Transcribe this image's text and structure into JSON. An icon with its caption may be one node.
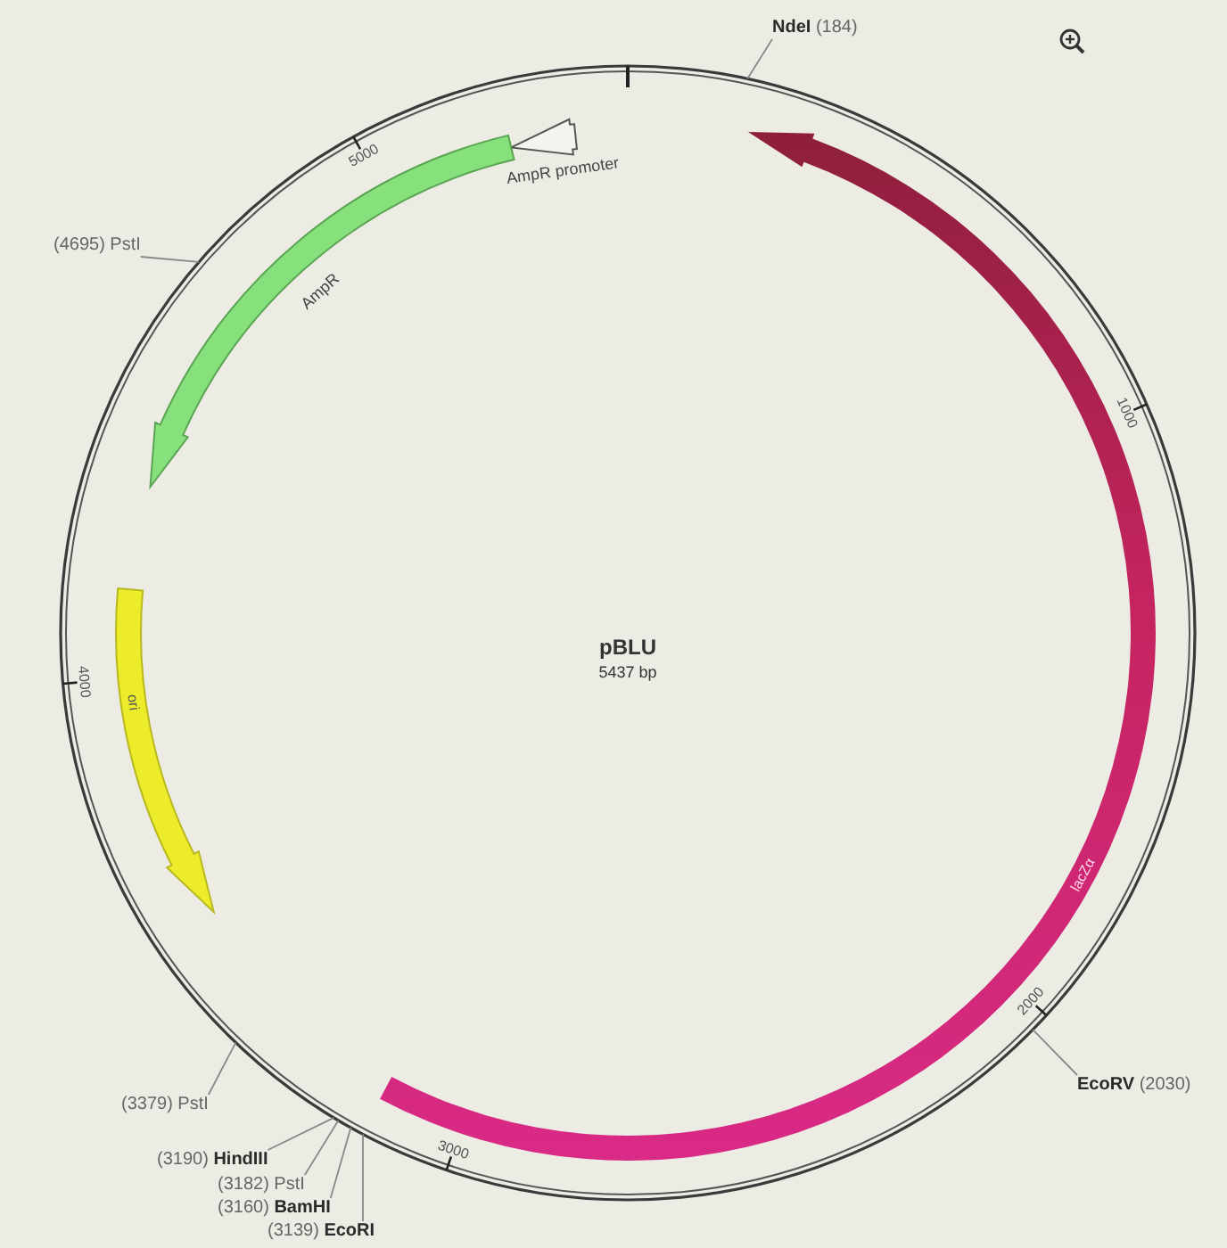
{
  "diagram": {
    "nodes": [
      {
        "text": [
          "**NdeI** (184)"
        ]
      },
      {
        "text": [
          "(4695) PstI"
        ]
      },
      {
        "text": [
          "AmpR promoter"
        ]
      },
      {
        "text": [
          "AmpR"
        ]
      },
      {
        "text": [
          "lacZα"
        ]
      },
      {
        "text": [
          "ori"
        ]
      },
      {
        "text": [
          "**EcoRV** (2030)"
        ]
      },
      {
        "text": [
          "(3379) PstI"
        ]
      },
      {
        "text": [
          "(3190) **HindIII**"
        ]
      },
      {
        "text": [
          "(3182) PstI"
        ]
      },
      {
        "text": [
          "(3160) **BamHI**"
        ]
      },
      {
        "text": [
          "(3139) **EcoRI**"
        ]
      }
    ],
    "edges": [
      {
        "from": 0,
        "to": null,
        "arrow": "none"
      },
      {
        "from": 1,
        "to": null,
        "arrow": "none"
      },
      {
        "from": 6,
        "to": null,
        "arrow": "none"
      },
      {
        "from": 7,
        "to": null,
        "arrow": "none"
      },
      {
        "from": 8,
        "to": null,
        "arrow": "none"
      },
      {
        "from": 9,
        "to": null,
        "arrow": "none"
      },
      {
        "from": 10,
        "to": null,
        "arrow": "none"
      },
      {
        "from": 11,
        "to": null,
        "arrow": "none"
      }
    ],
    "labels": [
      "pBLU",
      "5437 bp",
      "5000",
      "1000",
      "4000",
      "2000",
      "3000"
    ]
  }
}
